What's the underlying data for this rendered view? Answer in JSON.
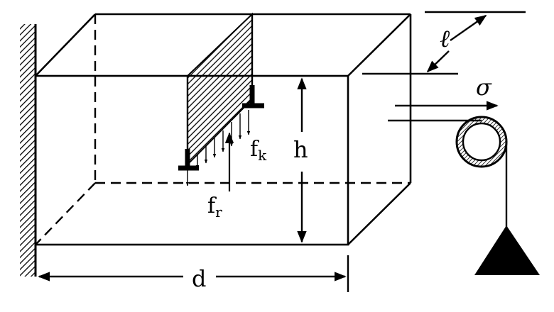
{
  "labels": {
    "length": "ℓ",
    "stress": "σ",
    "height": "h",
    "depth": "d",
    "force_k": {
      "base": "f",
      "sub": "k"
    },
    "force_r": {
      "base": "f",
      "sub": "r"
    }
  },
  "colors": {
    "ink": "#000000",
    "paper": "#ffffff"
  }
}
